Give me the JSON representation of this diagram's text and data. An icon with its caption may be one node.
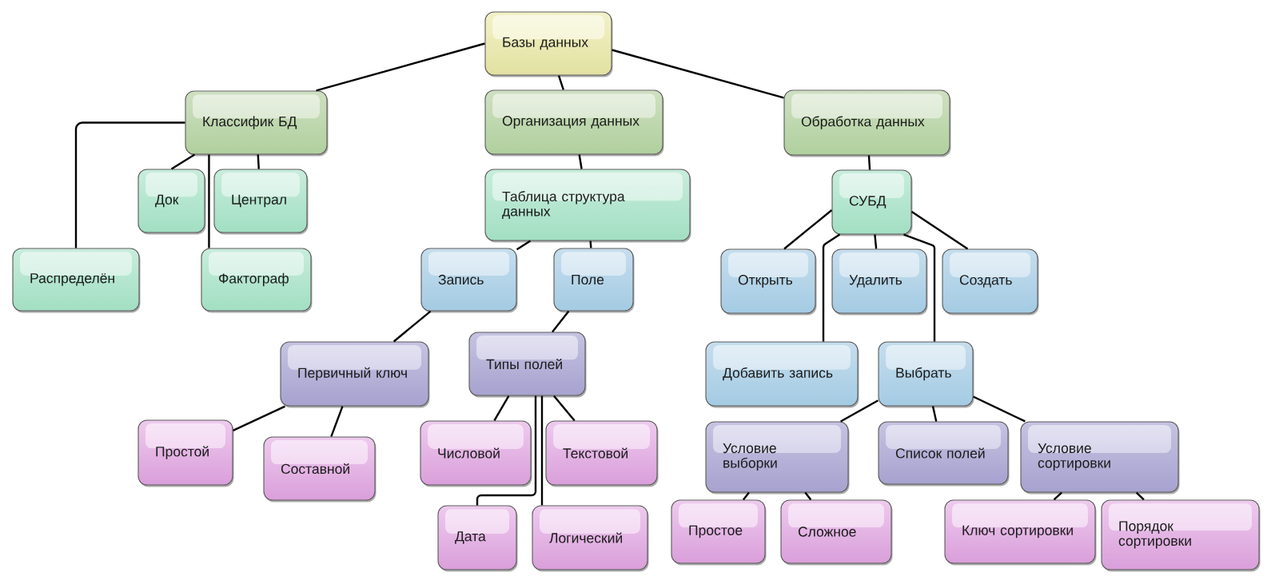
{
  "diagram": {
    "nodes": [
      {
        "text": [
          "Базы данных"
        ]
      },
      {
        "text": [
          "Классифик БД"
        ]
      },
      {
        "text": [
          "Организация данных"
        ]
      },
      {
        "text": [
          "Обработка данных"
        ]
      },
      {
        "text": [
          "Док"
        ]
      },
      {
        "text": [
          "Централ"
        ]
      },
      {
        "text": [
          "Таблица структура данных"
        ]
      },
      {
        "text": [
          "СУБД"
        ]
      },
      {
        "text": [
          "Распределён"
        ]
      },
      {
        "text": [
          "Фактограф"
        ]
      },
      {
        "text": [
          "Запись"
        ]
      },
      {
        "text": [
          "Поле"
        ]
      },
      {
        "text": [
          "Открыть"
        ]
      },
      {
        "text": [
          "Удалить"
        ]
      },
      {
        "text": [
          "Создать"
        ]
      },
      {
        "text": [
          "Первичный ключ"
        ]
      },
      {
        "text": [
          "Типы полей"
        ]
      },
      {
        "text": [
          "Добавить запись"
        ]
      },
      {
        "text": [
          "Выбрать"
        ]
      },
      {
        "text": [
          "Простой"
        ]
      },
      {
        "text": [
          "Составной"
        ]
      },
      {
        "text": [
          "Числовой"
        ]
      },
      {
        "text": [
          "Текстовой"
        ]
      },
      {
        "text": [
          "Условие выборки"
        ]
      },
      {
        "text": [
          "Список полей"
        ]
      },
      {
        "text": [
          "Условие сортировки"
        ]
      },
      {
        "text": [
          "Дата"
        ]
      },
      {
        "text": [
          "Логический"
        ]
      },
      {
        "text": [
          "Простое"
        ]
      },
      {
        "text": [
          "Сложное"
        ]
      },
      {
        "text": [
          "Ключ сортировки"
        ]
      },
      {
        "text": [
          "Порядок сортировки"
        ]
      }
    ],
    "edges": [
      {
        "from": 0,
        "to": 1,
        "arrow": "none"
      },
      {
        "from": 0,
        "to": 2,
        "arrow": "none"
      },
      {
        "from": 0,
        "to": 3,
        "arrow": "none"
      },
      {
        "from": 1,
        "to": 4,
        "arrow": "none"
      },
      {
        "from": 1,
        "to": 5,
        "arrow": "none"
      },
      {
        "from": 1,
        "to": 8,
        "arrow": "none"
      },
      {
        "from": 1,
        "to": 9,
        "arrow": "none"
      },
      {
        "from": 2,
        "to": 6,
        "arrow": "none"
      },
      {
        "from": 3,
        "to": 7,
        "arrow": "none"
      },
      {
        "from": 6,
        "to": 10,
        "arrow": "none"
      },
      {
        "from": 6,
        "to": 11,
        "arrow": "none"
      },
      {
        "from": 7,
        "to": 12,
        "arrow": "none"
      },
      {
        "from": 7,
        "to": 13,
        "arrow": "none"
      },
      {
        "from": 7,
        "to": 14,
        "arrow": "none"
      },
      {
        "from": 7,
        "to": 17,
        "arrow": "none"
      },
      {
        "from": 7,
        "to": 18,
        "arrow": "none"
      },
      {
        "from": 10,
        "to": 15,
        "arrow": "none"
      },
      {
        "from": 11,
        "to": 16,
        "arrow": "none"
      },
      {
        "from": 15,
        "to": 19,
        "arrow": "none"
      },
      {
        "from": 15,
        "to": 20,
        "arrow": "none"
      },
      {
        "from": 16,
        "to": 21,
        "arrow": "none"
      },
      {
        "from": 16,
        "to": 22,
        "arrow": "none"
      },
      {
        "from": 16,
        "to": 26,
        "arrow": "none"
      },
      {
        "from": 16,
        "to": 27,
        "arrow": "none"
      },
      {
        "from": 18,
        "to": 23,
        "arrow": "none"
      },
      {
        "from": 18,
        "to": 24,
        "arrow": "none"
      },
      {
        "from": 18,
        "to": 25,
        "arrow": "none"
      },
      {
        "from": 23,
        "to": 28,
        "arrow": "none"
      },
      {
        "from": 23,
        "to": 29,
        "arrow": "none"
      },
      {
        "from": 25,
        "to": 30,
        "arrow": "none"
      },
      {
        "from": 25,
        "to": 31,
        "arrow": "none"
      }
    ]
  }
}
